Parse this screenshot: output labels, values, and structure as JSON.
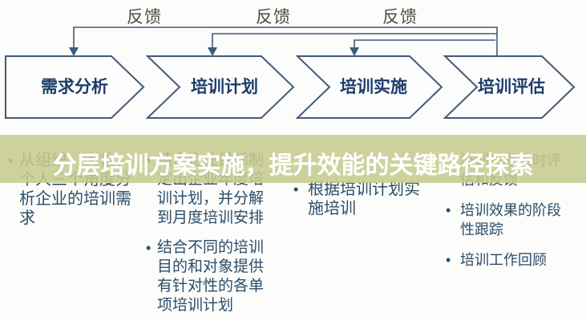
{
  "overlay": {
    "title": "分层培训方案实施，提升效能的关键路径探索",
    "band_color": "#c5cb8f",
    "text_color": "#ffffff"
  },
  "flow": {
    "feedback_labels": [
      "反馈",
      "反馈",
      "反馈"
    ],
    "stages": [
      {
        "label": "需求分析",
        "bullets": [
          "从组织、岗位、个人三个角度分析企业的培训需求"
        ]
      },
      {
        "label": "培训计划",
        "bullets": [
          "结合企业目标制定出企业年度培训计划，并分解到月度培训安排",
          "结合不同的培训目的和对象提供有针对性的各单项培训计划"
        ]
      },
      {
        "label": "培训实施",
        "bullets": [
          "根据培训计划实施培训"
        ]
      },
      {
        "label": "培训评估",
        "bullets": [
          "培训过程实时评估和反馈",
          "培训效果的阶段性跟踪",
          "培训工作回顾"
        ]
      }
    ],
    "colors": {
      "box_border": "#44597a",
      "box_fill": "#fdfdfd",
      "stage_label": "#1c3c6a",
      "feedback_line": "#3e5a7f",
      "feedback_label": "#4a4e44",
      "bullet_text": "#2b4d68"
    }
  }
}
